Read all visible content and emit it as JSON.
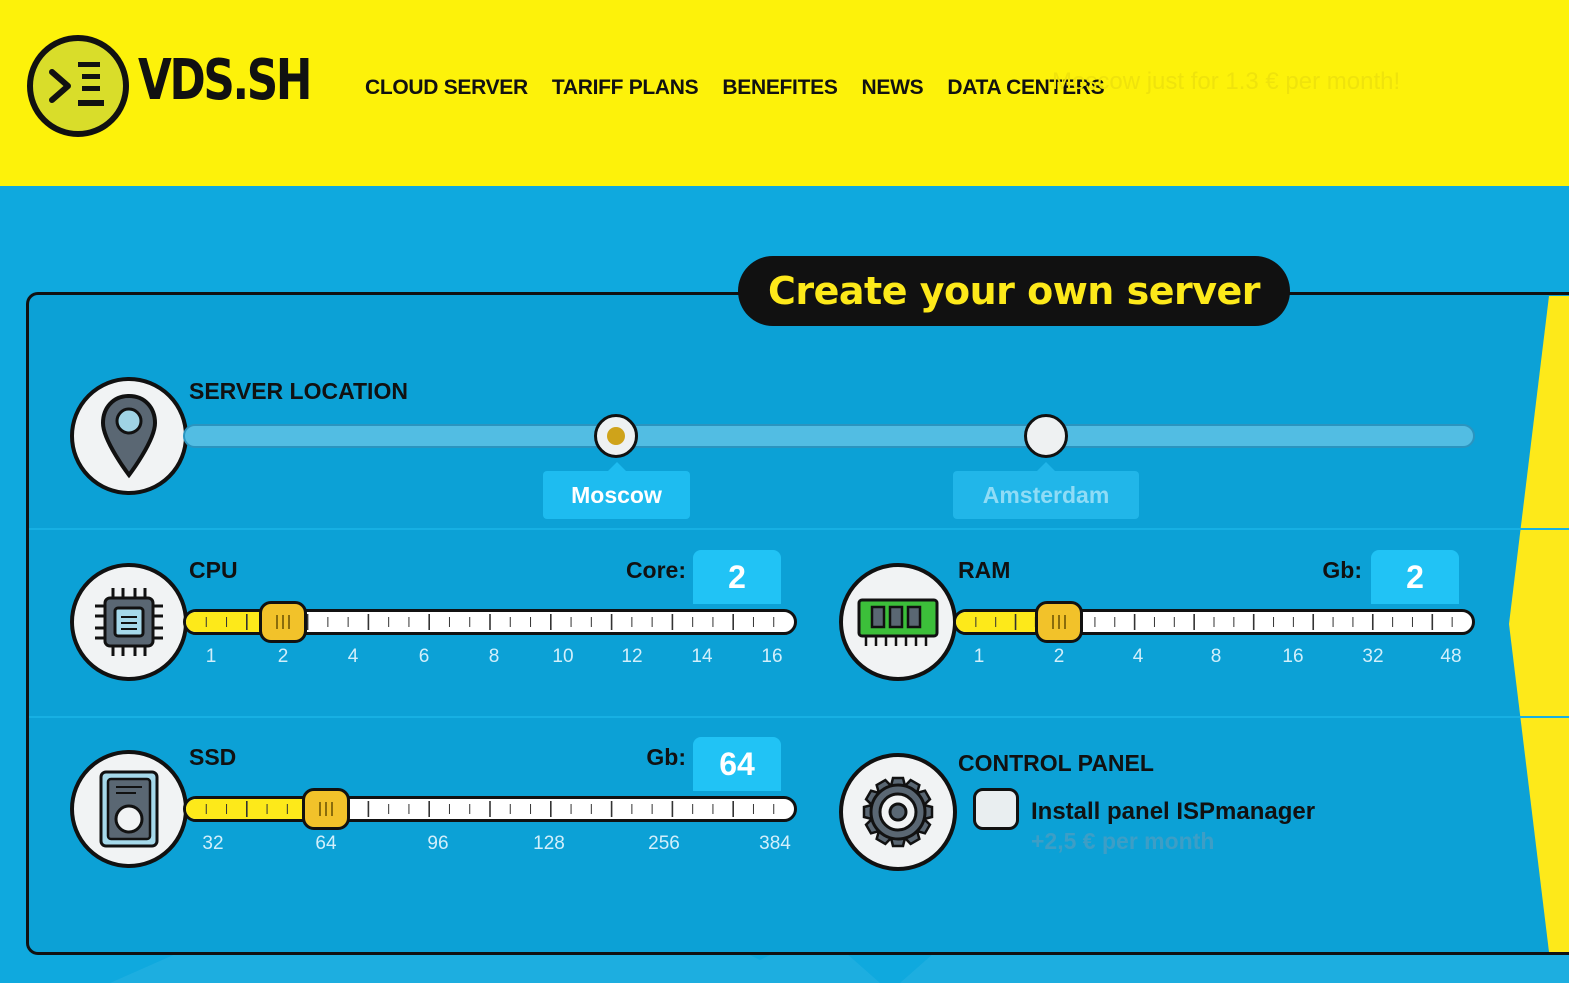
{
  "header": {
    "logo_text": "VDS.SH",
    "nav": [
      "CLOUD SERVER",
      "TARIFF PLANS",
      "BENEFITES",
      "NEWS",
      "DATA CENTERS"
    ],
    "promo": "Moscow just for 1.3 € per month!"
  },
  "configurator": {
    "title": "Create your own server",
    "location": {
      "label": "SERVER LOCATION",
      "options": [
        "Moscow",
        "Amsterdam"
      ],
      "selected": "Moscow"
    },
    "cpu": {
      "label": "CPU",
      "unit": "Core:",
      "value": "2",
      "ticks": [
        "1",
        "2",
        "4",
        "6",
        "8",
        "10",
        "12",
        "14",
        "16"
      ]
    },
    "ram": {
      "label": "RAM",
      "unit": "Gb:",
      "value": "2",
      "ticks": [
        "1",
        "2",
        "4",
        "8",
        "16",
        "32",
        "48"
      ]
    },
    "ssd": {
      "label": "SSD",
      "unit": "Gb:",
      "value": "64",
      "ticks": [
        "32",
        "64",
        "96",
        "128",
        "256",
        "384"
      ]
    },
    "control_panel": {
      "label": "CONTROL PANEL",
      "option": "Install panel ISPmanager",
      "price": "+2,5 € per month",
      "checked": false
    }
  },
  "colors": {
    "header_bg": "#fdf20a",
    "panel_bg": "#0ca1d6",
    "accent_yellow": "#fde91a",
    "value_box": "#21c3f5"
  }
}
